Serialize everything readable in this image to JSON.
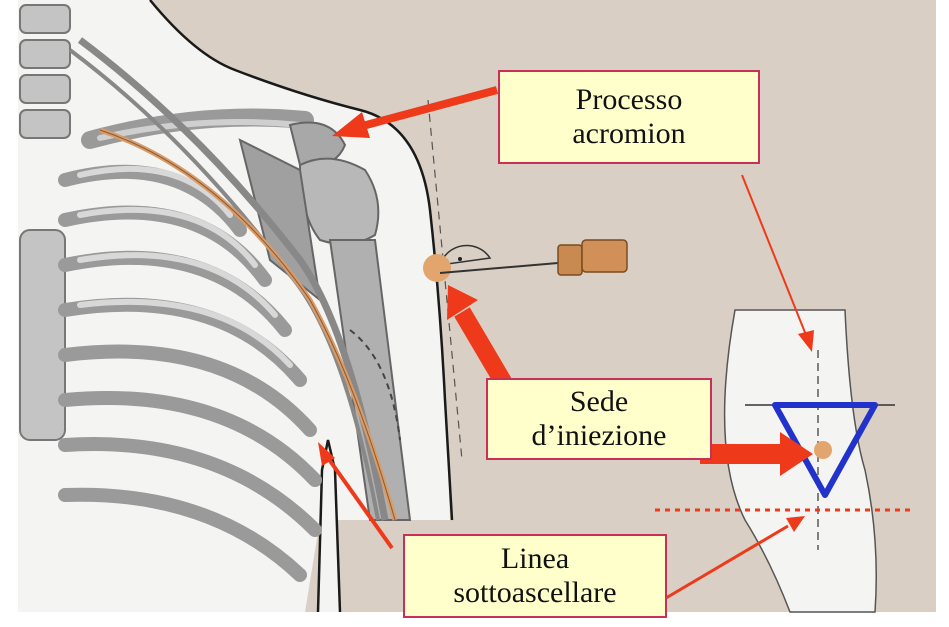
{
  "labels": {
    "acromion": {
      "line1": "Processo",
      "line2": "acromion"
    },
    "injection_site": {
      "line1": "Sede",
      "line2": "d’iniezione"
    },
    "subaxillary_line": {
      "line1": "Linea",
      "line2": "sottoascellare"
    }
  },
  "colors": {
    "background": "#d9cfc4",
    "body_skin": "#f4f4f2",
    "bone": "#9a9a9a",
    "bone_light": "#c4c4c4",
    "artery": "#d89b6a",
    "arrow": "#ee3a1a",
    "triangle": "#2233cc",
    "label_fill": "#ffffcc",
    "label_border": "#c8305a"
  }
}
